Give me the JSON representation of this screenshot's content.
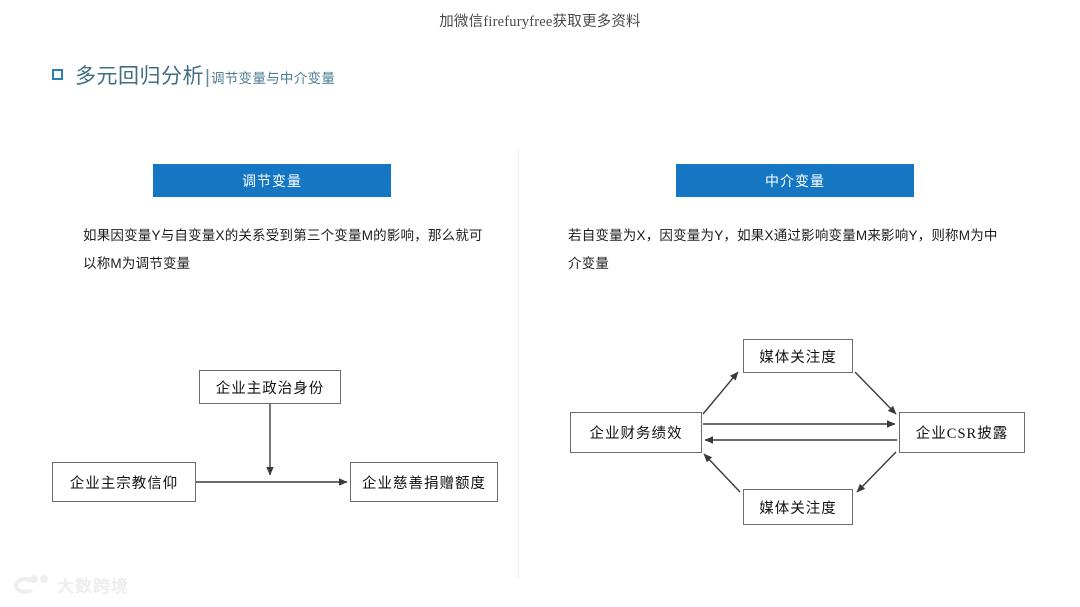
{
  "header_note": "加微信firefuryfree获取更多资料",
  "title": {
    "bullet": "square-outline-icon",
    "main": "多元回归分析",
    "separator": "|",
    "sub": "调节变量与中介变量"
  },
  "colors": {
    "accent_blue": "#1577c4",
    "title_teal": "#3f6e83",
    "box_border": "#6d6d6d",
    "divider": "#eceff1",
    "watermark": "#c9c9c9"
  },
  "panels": [
    {
      "id": "moderator",
      "head": "调节变量",
      "description": "如果因变量Y与自变量X的关系受到第三个变量M的影响，那么就可以称M为调节变量",
      "diagram": {
        "nodes": [
          {
            "id": "top",
            "label": "企业主政治身份"
          },
          {
            "id": "left",
            "label": "企业主宗教信仰"
          },
          {
            "id": "right",
            "label": "企业慈善捐赠额度"
          }
        ],
        "edges": [
          {
            "from": "left",
            "to": "right",
            "type": "arrow"
          },
          {
            "from": "top",
            "to": "left-right-path",
            "type": "arrow"
          }
        ]
      }
    },
    {
      "id": "mediator",
      "head": "中介变量",
      "description": "若自变量为X，因变量为Y，如果X通过影响变量M来影响Y，则称M为中介变量",
      "diagram": {
        "nodes": [
          {
            "id": "top",
            "label": "媒体关注度"
          },
          {
            "id": "bottom",
            "label": "媒体关注度"
          },
          {
            "id": "left",
            "label": "企业财务绩效"
          },
          {
            "id": "right",
            "label": "企业CSR披露"
          }
        ],
        "edges": [
          {
            "from": "left",
            "to": "top",
            "type": "arrow"
          },
          {
            "from": "top",
            "to": "right",
            "type": "arrow"
          },
          {
            "from": "left",
            "to": "right",
            "type": "arrow"
          },
          {
            "from": "right",
            "to": "left",
            "type": "arrow"
          },
          {
            "from": "right",
            "to": "bottom",
            "type": "arrow"
          },
          {
            "from": "bottom",
            "to": "left",
            "type": "arrow"
          }
        ]
      }
    }
  ],
  "footer": {
    "logo_text": "大数跨境"
  }
}
